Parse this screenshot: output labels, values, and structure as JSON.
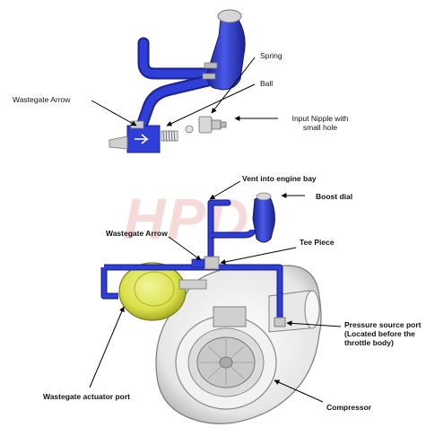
{
  "colors": {
    "hose": "#2f3fd6",
    "hose_dark": "#1a2391",
    "hose_light": "#6e7cf2",
    "metal": "#c8c8c8",
    "actuator": "#d8e04a",
    "turbo": "#e2e2e2",
    "turbo_line": "#8a8a8a",
    "watermark": "#eba9a9"
  },
  "watermark": "HPD",
  "labels": {
    "spring": "Spring",
    "ball": "Ball",
    "wastegate_arrow_top": "Wastegate Arrow",
    "input_nipple": [
      "Input Nipple with",
      "small hole"
    ],
    "vent": "Vent into engine bay",
    "boost_dial": "Boost dial",
    "wastegate_arrow_bottom": "Wastegate Arrow",
    "tee_piece": "Tee Piece",
    "pressure_source": [
      "Pressure source port",
      "(Located before the",
      "throttle body)"
    ],
    "wastegate_actuator_port": "Wastegate actuator port",
    "compressor": "Compressor"
  },
  "icons": [
    "boost-dial-knob",
    "spring",
    "ball",
    "input-nipple",
    "wastegate-actuator",
    "turbo-compressor-housing"
  ]
}
